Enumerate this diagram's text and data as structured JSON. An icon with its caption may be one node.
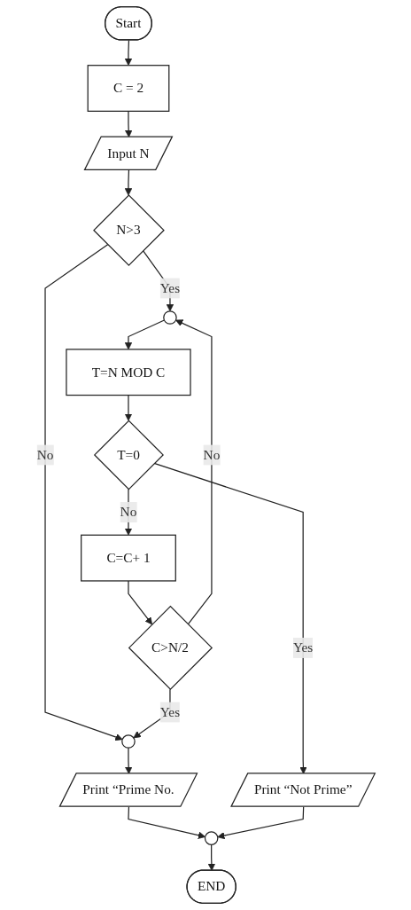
{
  "diagram": {
    "nodes": [
      {
        "text": [
          "Start"
        ]
      },
      {
        "text": [
          "C = 2"
        ]
      },
      {
        "text": [
          "Input N"
        ]
      },
      {
        "text": [
          "N>3"
        ]
      },
      {
        "text": [],
        "shape": "circle"
      },
      {
        "text": [
          "T=N MOD C"
        ]
      },
      {
        "text": [
          "T=0"
        ]
      },
      {
        "text": [
          "C=C+ 1"
        ]
      },
      {
        "text": [
          "C>N/2"
        ]
      },
      {
        "text": [
          "Print “Not Prime”"
        ]
      },
      {
        "text": [],
        "shape": "circle"
      },
      {
        "text": [
          "Print “Prime No."
        ]
      },
      {
        "text": [],
        "shape": "circle"
      },
      {
        "text": [
          "END"
        ]
      }
    ],
    "edges": [
      {
        "from": 0,
        "to": 1,
        "arrow": "to"
      },
      {
        "from": 1,
        "to": 2,
        "arrow": "to"
      },
      {
        "from": 2,
        "to": 3,
        "arrow": "to"
      },
      {
        "from": 3,
        "to": 10,
        "label": "No",
        "arrow": "to"
      },
      {
        "from": 3,
        "to": 4,
        "label": "Yes",
        "arrow": "to"
      },
      {
        "from": 4,
        "to": 5,
        "arrow": "to"
      },
      {
        "from": 5,
        "to": 6,
        "arrow": "to"
      },
      {
        "from": 6,
        "to": 9,
        "label": "Yes",
        "arrow": "to"
      },
      {
        "from": 6,
        "to": 7,
        "label": "No",
        "arrow": "to"
      },
      {
        "from": 7,
        "to": 8,
        "arrow": "to"
      },
      {
        "from": 8,
        "to": 4,
        "label": "No",
        "arrow": "to"
      },
      {
        "from": 8,
        "to": 10,
        "label": "Yes",
        "arrow": "to"
      },
      {
        "from": 10,
        "to": 11,
        "arrow": "to"
      },
      {
        "from": 11,
        "to": 12,
        "arrow": "to"
      },
      {
        "from": 9,
        "to": 12,
        "arrow": "to"
      },
      {
        "from": 12,
        "to": 13,
        "arrow": "to"
      }
    ]
  }
}
